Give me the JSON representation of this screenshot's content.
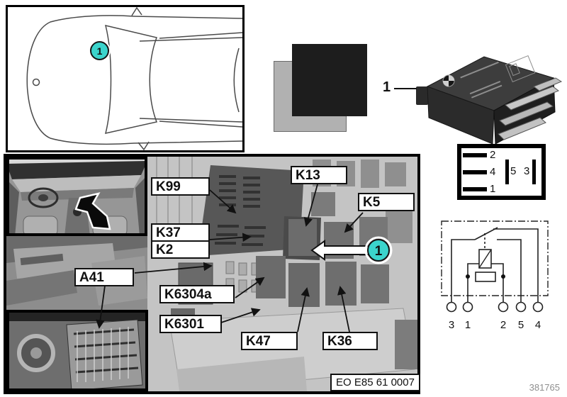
{
  "figure_id": "381765",
  "stamp": "EO E85 61 0007",
  "callouts": {
    "car": "1",
    "relay": "1",
    "fusebox": "1"
  },
  "colors": {
    "callout_fill": "#3bd4cc",
    "photo_bg": "#c4c4c4",
    "line_black": "#111111"
  },
  "pin_diagram": {
    "row_pins": [
      "2",
      "4",
      "1"
    ],
    "col_pin_inner": "5",
    "col_pin_outer": "3"
  },
  "schematic": {
    "terminals": [
      "3",
      "1",
      "2",
      "5",
      "4"
    ]
  },
  "labels": {
    "k99": "K99",
    "k37": "K37",
    "k2": "K2",
    "k13": "K13",
    "k5": "K5",
    "a41": "A41",
    "k6304a": "K6304a",
    "k6301": "K6301",
    "k47": "K47",
    "k36": "K36"
  }
}
